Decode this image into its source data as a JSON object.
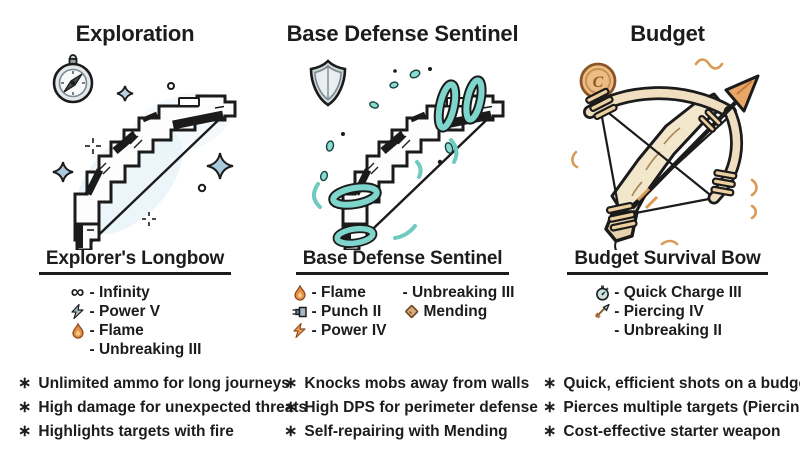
{
  "bullet_marker": "∗",
  "accent_colors": {
    "ink": "#1c1c1c",
    "teal": "#7ed5cb",
    "steel_blue": "#a9c9dd",
    "wood": "#f2e6cb",
    "flame_orange": "#e2914a"
  },
  "columns": [
    {
      "header": "Exploration",
      "badge_icon": "compass-icon",
      "bow_illustration": "enchanted pixel longbow with sparkles",
      "bow_name": "Explorer's Longbow",
      "enchantments": [
        {
          "icon": "infinity-icon",
          "glyph": "∞",
          "label": "- Infinity"
        },
        {
          "icon": "lightning-icon",
          "glyph": "",
          "label": "- Power V"
        },
        {
          "icon": "flame-icon",
          "glyph": "",
          "label": "- Flame"
        },
        {
          "icon": "",
          "glyph": "",
          "label": "- Unbreaking III"
        }
      ],
      "bullets": [
        "Unlimited ammo for long journeys",
        "High damage for unexpected threats",
        "Highlights targets with fire"
      ]
    },
    {
      "header": "Base Defense Sentinel",
      "badge_icon": "shield-icon",
      "bow_illustration": "pixel bow wrapped in teal energy coils with splashes",
      "bow_name": "Base Defense Sentinel",
      "enchantments_left": [
        {
          "icon": "flame-icon",
          "label": "- Flame"
        },
        {
          "icon": "punch-icon",
          "label": "- Punch II"
        },
        {
          "icon": "lightning-icon",
          "label": "- Power IV"
        }
      ],
      "enchantments_right": [
        {
          "icon": "",
          "label": "- Unbreaking III"
        },
        {
          "icon": "mending-icon",
          "label": "Mending"
        }
      ],
      "bullets": [
        "Knocks mobs away from walls",
        "High DPS for perimeter defense",
        "Self-repairing with Mending"
      ]
    },
    {
      "header": "Budget",
      "badge_icon": "coin-icon",
      "coin_letter": "C",
      "bow_illustration": "rustic wooden survival bow with rope bindings and arrow",
      "bow_name": "Budget Survival Bow",
      "enchantments": [
        {
          "icon": "stopwatch-icon",
          "label": "- Quick Charge III"
        },
        {
          "icon": "piercing-arrow-icon",
          "label": "- Piercing IV"
        },
        {
          "icon": "",
          "label": "- Unbreaking II"
        }
      ],
      "bullets": [
        "Quick, efficient shots on a budget",
        "Pierces multiple targets (Piercing)",
        "Cost-effective starter weapon"
      ]
    }
  ]
}
